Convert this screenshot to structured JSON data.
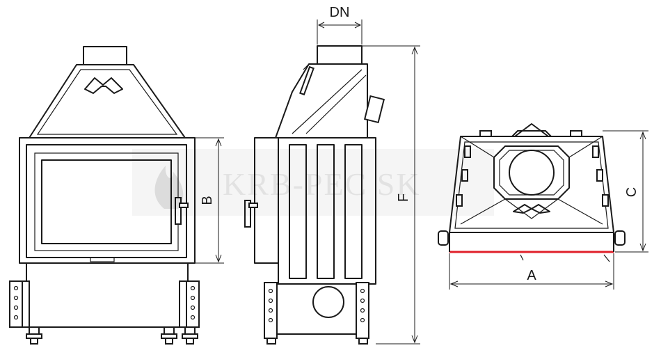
{
  "dimension_labels": {
    "dn": "DN",
    "a": "A",
    "b": "B",
    "c": "C",
    "f": "F"
  },
  "watermark": {
    "text": "KRB-PEC SK"
  },
  "colors": {
    "line": "#1a1a1a",
    "highlight": "#e0202a",
    "background": "#ffffff"
  }
}
